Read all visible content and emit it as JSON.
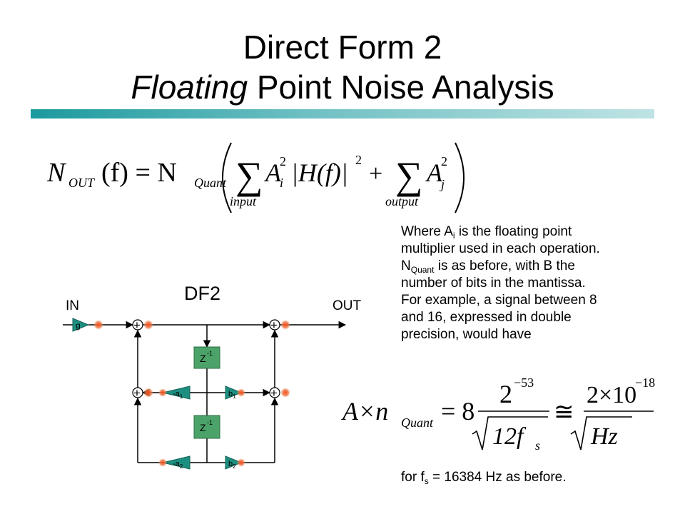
{
  "slide": {
    "title_line1": "Direct Form 2",
    "title_line2_italic": "Floating",
    "title_line2_rest": " Point Noise Analysis"
  },
  "equation_main": {
    "lhs_N": "N",
    "lhs_sub": "OUT",
    "lhs_arg": "(f) = N",
    "quant_sub": "Quant",
    "sum1_sub": "input",
    "term1": "A",
    "term1_sub": "i",
    "term1_sup": "2",
    "abs_expr": "|H(f)|",
    "abs_sup": "2",
    "plus": "+",
    "sum2_sub": "output",
    "term2": "A",
    "term2_sub": "j",
    "term2_sup": "2"
  },
  "note": {
    "l1a": "Where A",
    "l1sub": "i",
    "l1b": " is the floating point",
    "l2": "multiplier used in each operation.",
    "l3a": "N",
    "l3sub": "Quant",
    "l3b": " is as before, with B the",
    "l4": "number of bits in the mantissa.",
    "l5": "For example, a signal between 8",
    "l6": "and 16, expressed in double",
    "l7": "precision, would have"
  },
  "diagram": {
    "title": "DF2",
    "in_label": "IN",
    "out_label": "OUT",
    "gain": "g",
    "delay1": "Z",
    "delay2": "Z",
    "delay_exp": "-1",
    "a1": "-a",
    "a1_sub": "1",
    "a2": "-a",
    "a2_sub": "2",
    "b1": "b",
    "b1_sub": "1",
    "b2": "b",
    "b2_sub": "2",
    "sum_symbol": "+"
  },
  "equation_example": {
    "lhs": "A×n",
    "lhs_sub": "Quant",
    "eq": "= 8",
    "num1_base": "2",
    "num1_exp": "−53",
    "den1": "12f",
    "den1_sub": "s",
    "approx": "≅",
    "num2": "2×10",
    "num2_exp": "−18",
    "den2": "Hz"
  },
  "footer": {
    "text_a": "for f",
    "text_sub": "s",
    "text_b": " = 16384 Hz as before."
  },
  "colors": {
    "accent_teal": "#1c9a9e",
    "block_green": "#4ca36a",
    "block_teal": "#1d8f80",
    "node_orange": "#e0622a"
  }
}
